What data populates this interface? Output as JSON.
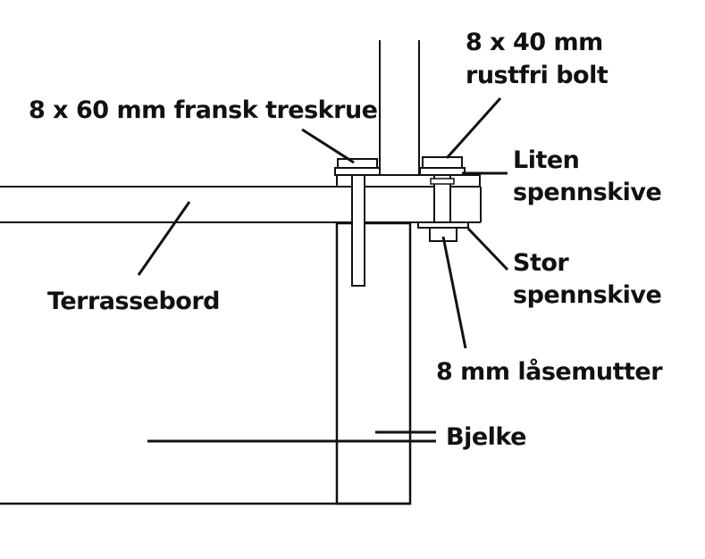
{
  "labels": {
    "screw": "8 x 60 mm fransk treskrue",
    "bolt_line1": "8 x 40 mm",
    "bolt_line2": "rustfri bolt",
    "small_washer_line1": "Liten",
    "small_washer_line2": "spennskive",
    "large_washer_line1": "Stor",
    "large_washer_line2": "spennskive",
    "locknut": "8 mm låsemutter",
    "deck_board": "Terrassebord",
    "joist": "Bjelke"
  }
}
